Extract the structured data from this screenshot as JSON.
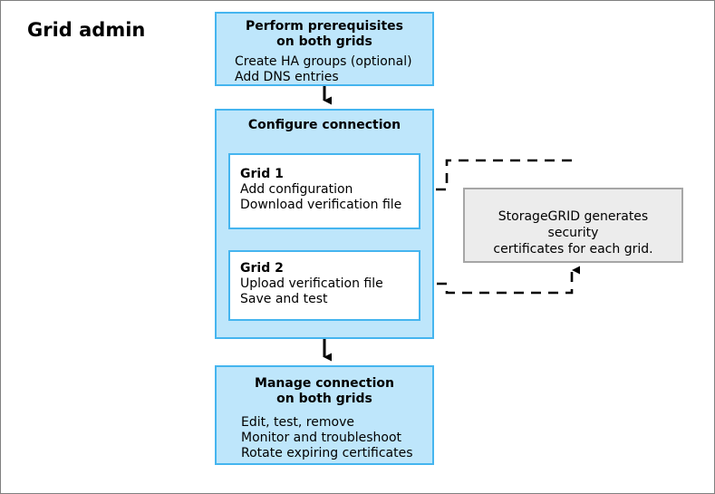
{
  "diagram": {
    "role_label": "Grid admin",
    "colors": {
      "box_fill": "#bee6fb",
      "box_border": "#45b5ef",
      "inner_fill": "#ffffff",
      "note_fill": "#ececec",
      "note_border": "#a6a6a6",
      "arrow": "#000000",
      "text": "#000000",
      "canvas_border": "#808080"
    },
    "nodes": {
      "prerequisites": {
        "heading": "Perform prerequisites\non both grids",
        "body": "Create HA groups (optional)\nAdd DNS entries"
      },
      "configure": {
        "heading": "Configure connection",
        "grid1": {
          "title": "Grid 1",
          "body": "Add configuration\nDownload verification file"
        },
        "grid2": {
          "title": "Grid 2",
          "body": "Upload verification file\nSave and test"
        }
      },
      "manage": {
        "heading": "Manage connection\non both grids",
        "body": "Edit, test, remove\nMonitor and troubleshoot\nRotate expiring certificates"
      },
      "note": {
        "text": "StorageGRID generates security\ncertificates for each grid."
      }
    },
    "connectors": [
      {
        "name": "prerequisites-to-configure",
        "style": "solid",
        "from": "prerequisites",
        "to": "configure",
        "direction": "down"
      },
      {
        "name": "grid1-to-grid2",
        "style": "solid",
        "from": "grid1",
        "to": "grid2",
        "direction": "down"
      },
      {
        "name": "configure-to-manage",
        "style": "solid",
        "from": "configure",
        "to": "manage",
        "direction": "down"
      },
      {
        "name": "note-to-grid1",
        "style": "dashed",
        "from": "note",
        "to": "grid1",
        "direction": "left"
      },
      {
        "name": "grid2-to-note",
        "style": "dashed",
        "from": "grid2",
        "to": "note",
        "direction": "up"
      }
    ]
  }
}
